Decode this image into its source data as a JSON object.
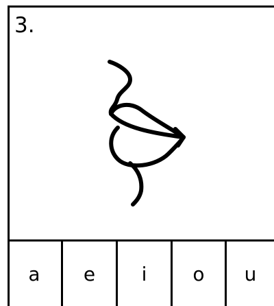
{
  "question": {
    "number": "3."
  },
  "illustration": {
    "icon": "lips-profile-icon",
    "stroke_color": "#000000"
  },
  "choices": [
    {
      "label": "a"
    },
    {
      "label": "e"
    },
    {
      "label": "i"
    },
    {
      "label": "o"
    },
    {
      "label": "u"
    }
  ]
}
